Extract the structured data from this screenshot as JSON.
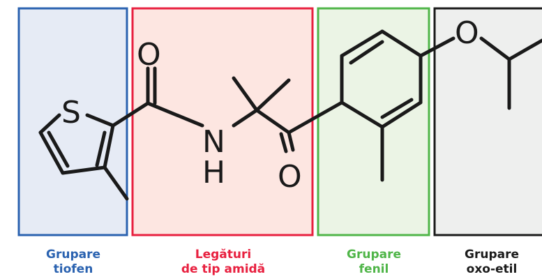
{
  "atoms": {
    "sulfur": "S",
    "oxygen_carbonyl_top": "O",
    "nitrogen": "N",
    "hydrogen": "H",
    "oxygen_carbonyl_bottom": "O",
    "oxygen_ether": "O"
  },
  "groups": [
    {
      "line1": "Grupare",
      "line2": "tiofen",
      "color": "#2a62b0",
      "fill": "#e6ebf5"
    },
    {
      "line1": "Legături",
      "line2": "de tip amidă",
      "color": "#e8203f",
      "fill": "#fde6e1"
    },
    {
      "line1": "Grupare",
      "line2": "fenil",
      "color": "#4fb548",
      "fill": "#ebf4e5"
    },
    {
      "line1": "Grupare",
      "line2": "oxo-etil",
      "color": "#1a1a1a",
      "fill": "#eeefee"
    }
  ]
}
